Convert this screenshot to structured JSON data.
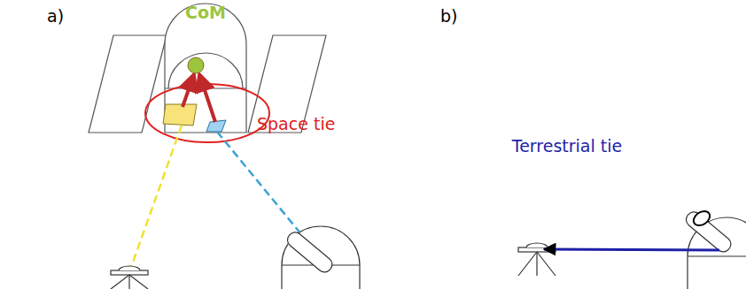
{
  "diagram": {
    "labels": [
      "a)",
      "CoM",
      "Space tie",
      "b)",
      "Terrestrial tie"
    ]
  }
}
